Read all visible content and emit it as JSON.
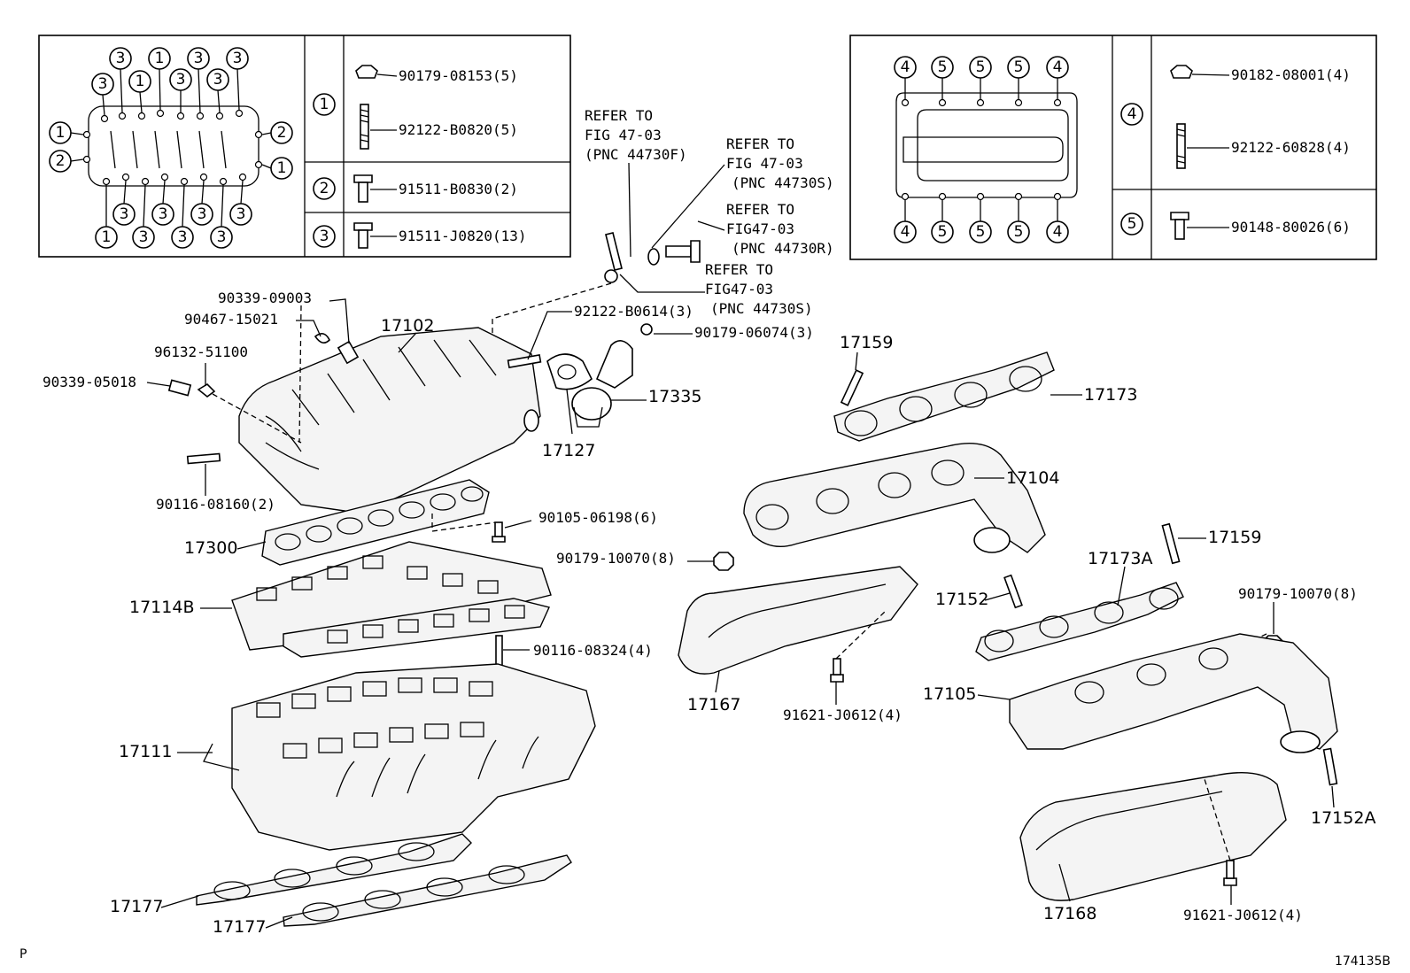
{
  "left_table": {
    "rows": [
      {
        "num": "1",
        "items": [
          "90179-08153(5)",
          "92122-B0820(5)"
        ]
      },
      {
        "num": "2",
        "items": [
          "91511-B0830(2)"
        ]
      },
      {
        "num": "3",
        "items": [
          "91511-J0820(13)"
        ]
      }
    ]
  },
  "right_table": {
    "rows": [
      {
        "num": "4",
        "items": [
          "90182-08001(4)",
          "92122-60828(4)"
        ]
      },
      {
        "num": "5",
        "items": [
          "90148-80026(6)"
        ]
      }
    ]
  },
  "refer_notes": {
    "a": [
      "REFER TO",
      "FIG 47-03",
      "(PNC 44730F)"
    ],
    "b": [
      "REFER TO",
      "FIG 47-03",
      "(PNC 44730S)"
    ],
    "c": [
      "REFER TO",
      "FIG47-03",
      "(PNC 44730R)"
    ],
    "d": [
      "REFER TO",
      "FIG47-03",
      "(PNC 44730S)"
    ]
  },
  "labels": {
    "p90339_09003": "90339-09003",
    "p90467_15021": "90467-15021",
    "p96132_51100": "96132-51100",
    "p90339_05018": "90339-05018",
    "p17102": "17102",
    "p92122_B0614": "92122-B0614(3)",
    "p90179_06074": "90179-06074(3)",
    "p17335": "17335",
    "p17127": "17127",
    "p90116_08160": "90116-08160(2)",
    "p90105_06198": "90105-06198(6)",
    "p17300": "17300",
    "p90179_10070a": "90179-10070(8)",
    "p17114B": "17114B",
    "p90116_08324": "90116-08324(4)",
    "p17111": "17111",
    "p17177a": "17177",
    "p17177b": "17177",
    "p17159a": "17159",
    "p17173": "17173",
    "p17104": "17104",
    "p17159b": "17159",
    "p17173A": "17173A",
    "p17152": "17152",
    "p90179_10070b": "90179-10070(8)",
    "p17167": "17167",
    "p91621_J0612a": "91621-J0612(4)",
    "p17105": "17105",
    "p17152A": "17152A",
    "p17168": "17168",
    "p91621_J0612b": "91621-J0612(4)"
  },
  "corner_left": "P",
  "figure_id": "174135B"
}
